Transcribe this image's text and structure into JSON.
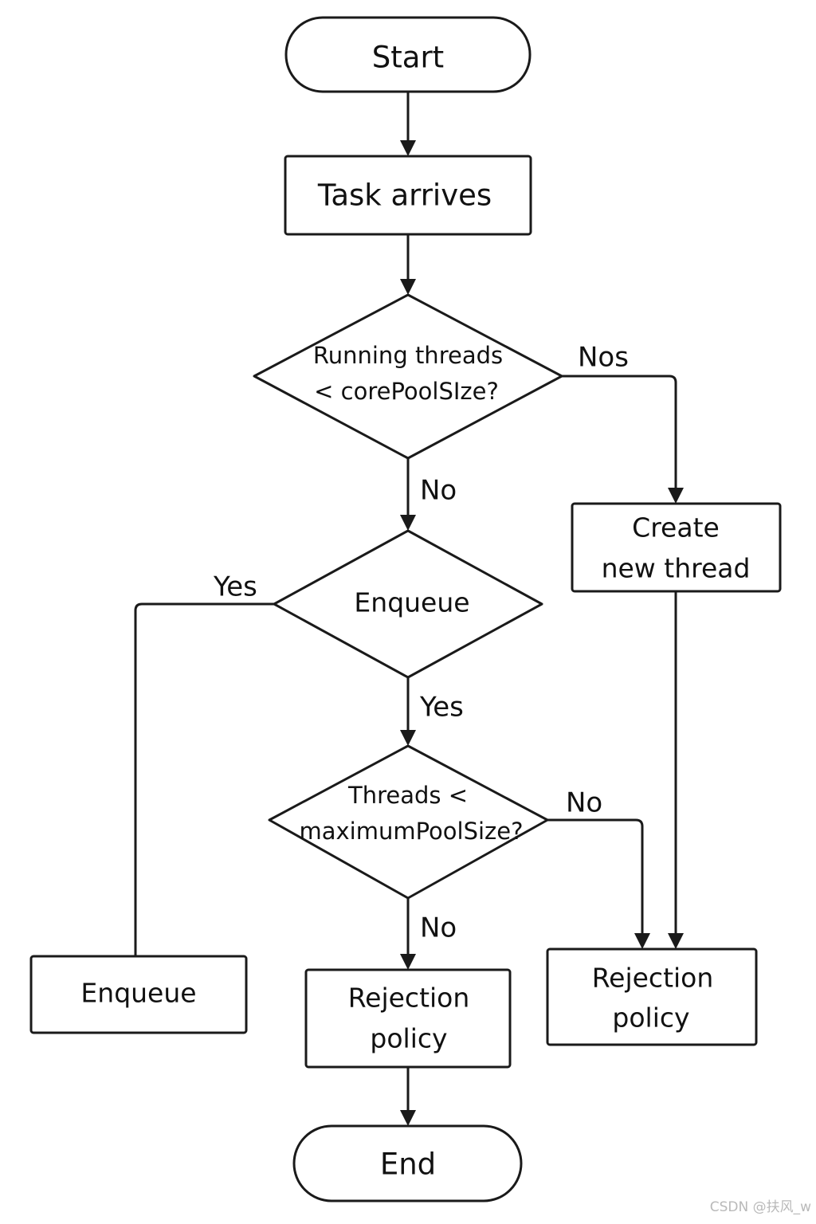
{
  "nodes": {
    "start": {
      "text": "Start"
    },
    "task": {
      "text": "Task arrives"
    },
    "core_decision": {
      "line1": "Running threads",
      "line2": "< corePoolSIze?"
    },
    "create_thread": {
      "line1": "Create",
      "line2": "new thread"
    },
    "enqueue_decision": {
      "text": "Enqueue"
    },
    "max_decision": {
      "line1": "Threads <",
      "line2": "maximumPoolSize?"
    },
    "enqueue_box": {
      "text": "Enqueue"
    },
    "rejection_center": {
      "line1": "Rejection",
      "line2": "policy"
    },
    "rejection_right": {
      "line1": "Rejection",
      "line2": "policy"
    },
    "end": {
      "text": "End"
    }
  },
  "edges": {
    "core_right": "Nos",
    "core_down": "No",
    "enqueue_left": "Yes",
    "enqueue_down": "Yes",
    "max_right": "No",
    "max_down": "No"
  },
  "watermark": "CSDN @扶风_w"
}
